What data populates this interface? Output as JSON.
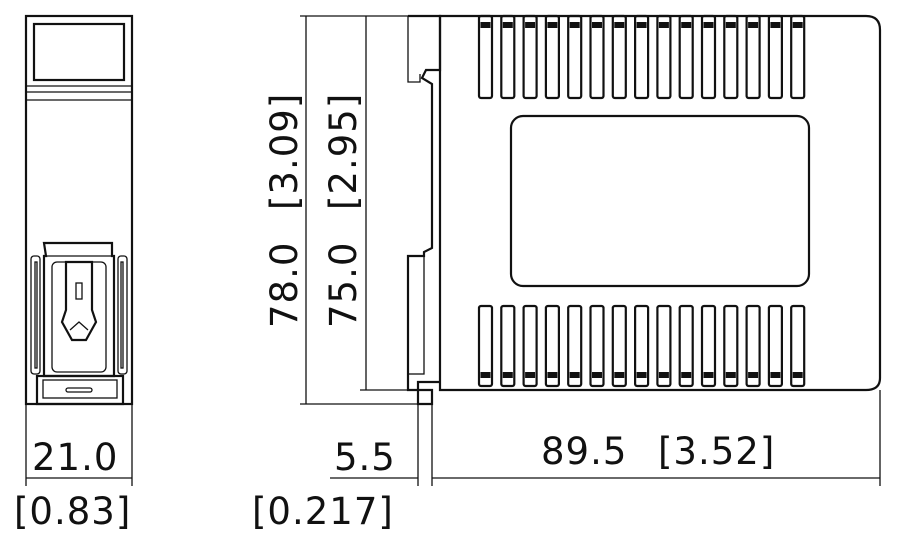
{
  "dimensions": {
    "front_width_mm": "21.0",
    "front_width_in": "[0.83]",
    "total_height_mm": "78.0",
    "total_height_in": "[3.09]",
    "body_height_mm": "75.0",
    "body_height_in": "[2.95]",
    "rail_offset_mm": "5.5",
    "rail_offset_in": "[0.217]",
    "depth_mm": "89.5",
    "depth_in": "[3.52]"
  },
  "vent_slots_per_row": 15
}
